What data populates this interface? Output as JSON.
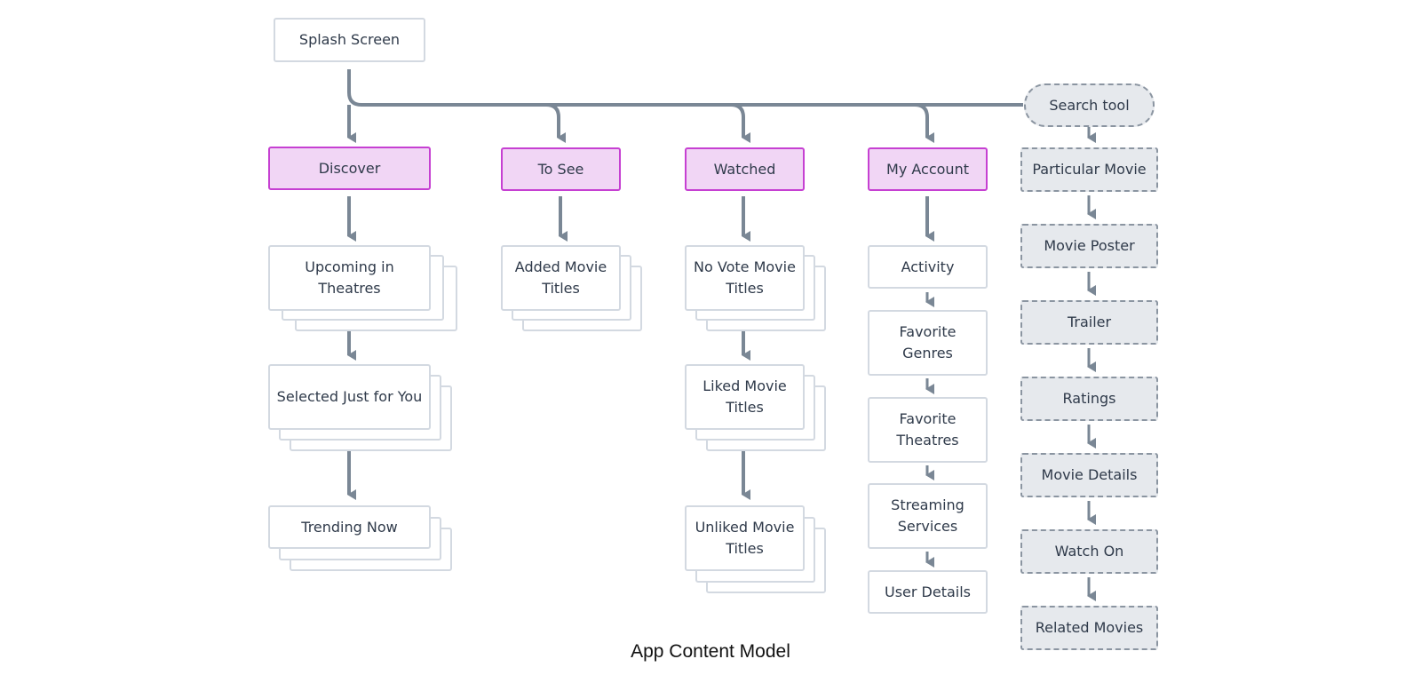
{
  "caption": "App Content Model",
  "nodes": {
    "splash": "Splash Screen",
    "search": "Search tool",
    "discover": "Discover",
    "tosee": "To See",
    "watched": "Watched",
    "account": "My Account",
    "upcoming": "Upcoming in Theatres",
    "selected": "Selected Just for You",
    "trending": "Trending Now",
    "added": "Added Movie Titles",
    "novote": "No Vote Movie Titles",
    "liked": "Liked Movie Titles",
    "unliked": "Unliked Movie Titles",
    "activity": "Activity",
    "genres": "Favorite Genres",
    "theatres": "Favorite Theatres",
    "streaming": "Streaming Services",
    "userdetails": "User Details",
    "particular": "Particular Movie",
    "poster": "Movie Poster",
    "trailer": "Trailer",
    "ratings": "Ratings",
    "details": "Movie Details",
    "watchon": "Watch On",
    "related": "Related Movies"
  },
  "colors": {
    "connector": "#7a8795",
    "section_fill": "#f1d6f5",
    "section_border": "#c640d2",
    "search_fill": "#e6e9ed",
    "search_border": "#8b95a1",
    "plain_border": "#d3d9e1"
  }
}
